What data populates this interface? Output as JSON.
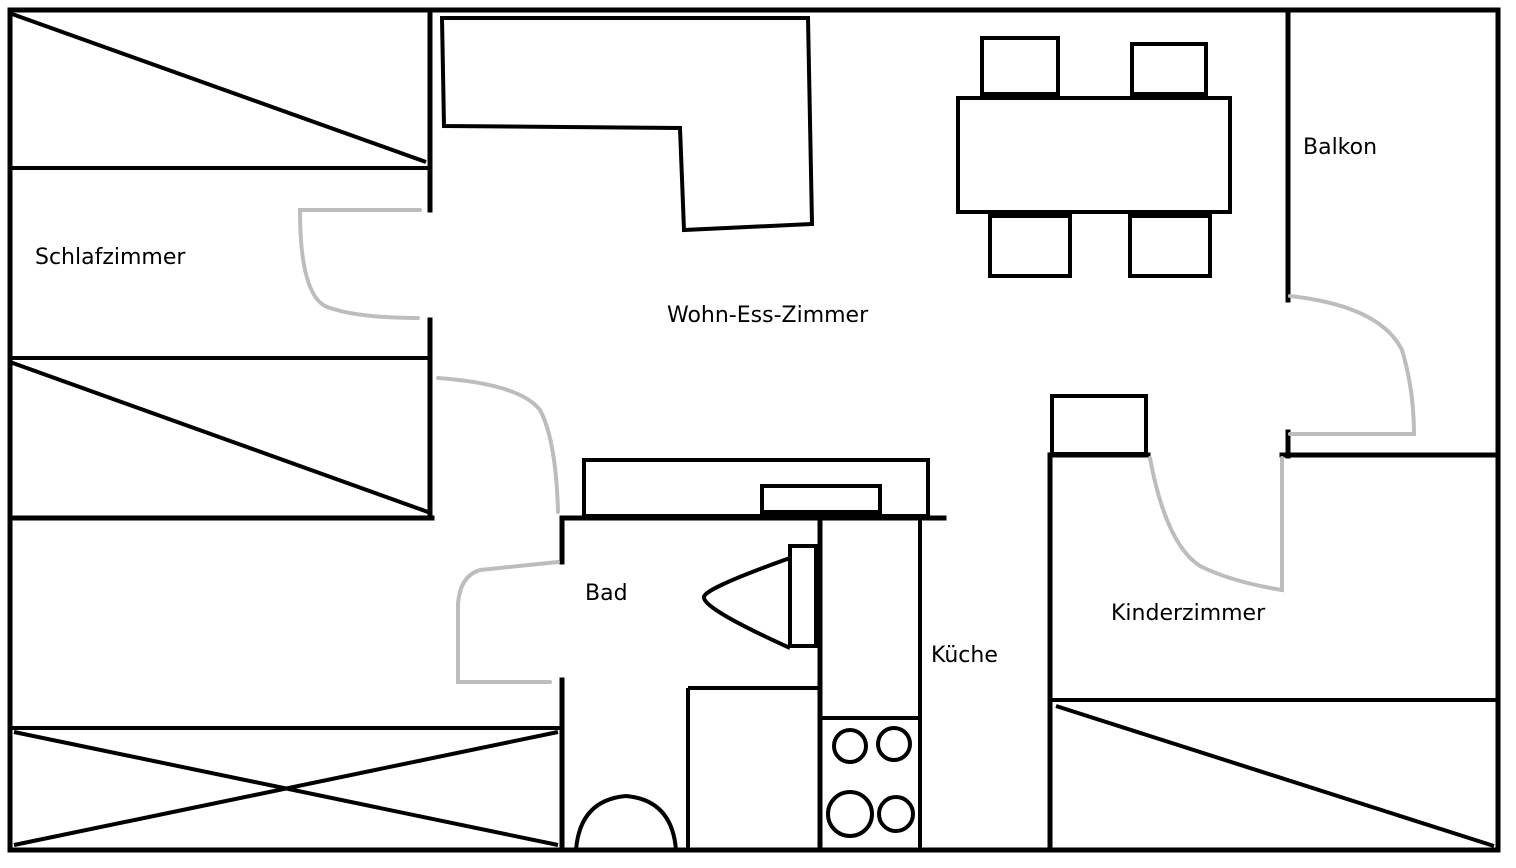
{
  "rooms": {
    "schlafzimmer": "Schlafzimmer",
    "wohn_ess_zimmer": "Wohn-Ess-Zimmer",
    "balkon": "Balkon",
    "bad": "Bad",
    "kueche": "Küche",
    "kinderzimmer": "Kinderzimmer"
  },
  "colors": {
    "walls": "#000000",
    "door_swings": "#bdbdbd",
    "background": "#ffffff"
  }
}
